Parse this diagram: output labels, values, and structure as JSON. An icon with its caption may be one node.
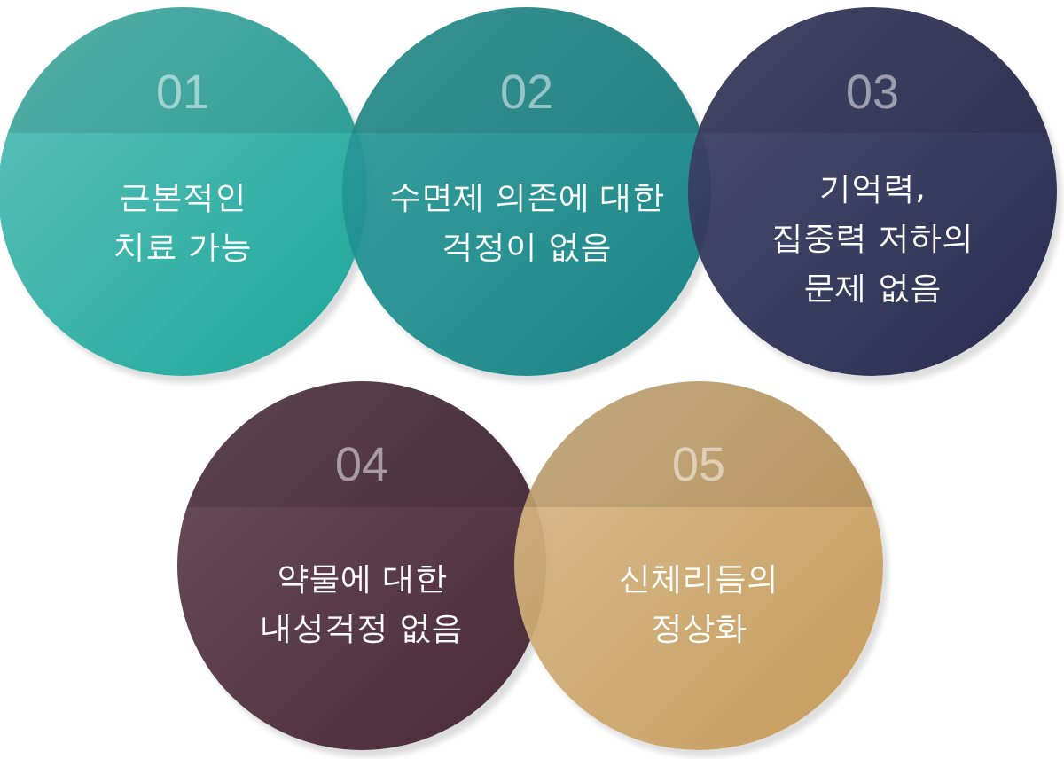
{
  "diagram": {
    "nodes": [
      {
        "text": [
          "01",
          "근본적인 치료 가능"
        ]
      },
      {
        "text": [
          "02",
          "수면제 의존에 대한 걱정이 없음"
        ]
      },
      {
        "text": [
          "03",
          "기억력, 집중력 저하의 문제 없음"
        ]
      },
      {
        "text": [
          "04",
          "약물에 대한 내성걱정 없음"
        ]
      },
      {
        "text": [
          "05",
          "신체리듬의 정상화"
        ]
      }
    ]
  }
}
